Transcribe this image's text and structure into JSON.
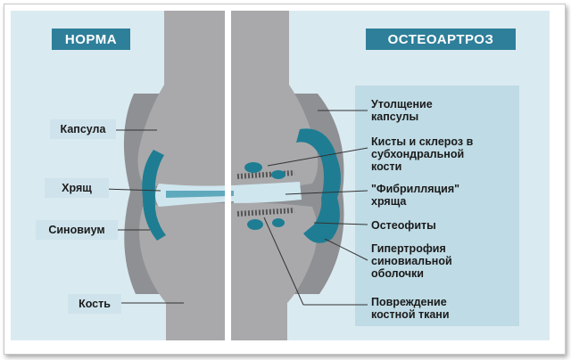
{
  "headers": {
    "left": "НОРМА",
    "right": "ОСТЕОАРТРОЗ"
  },
  "left_labels": [
    "Капсула",
    "Хрящ",
    "Синовиум",
    "Кость"
  ],
  "right_labels": [
    "Утолщение\nкапсулы",
    "Кисты и склероз в\nсубхондральной\nкости",
    "\"Фибрилляция\"\nхряща",
    "Остеофиты",
    "Гипертрофия\nсиновиальной\nоболочки",
    "Повреждение\nкостной ткани"
  ],
  "colors": {
    "header_bg": "#2e7f9a",
    "panel_bg": "#daeaf1",
    "bone": "#a9a9ab",
    "capsule": "#8e9094",
    "synovium": "#1e7d93",
    "cartilage": "#cfe6ee",
    "label_bg": "#cfe3ec",
    "right_panel_bg": "#bfdbe5"
  }
}
